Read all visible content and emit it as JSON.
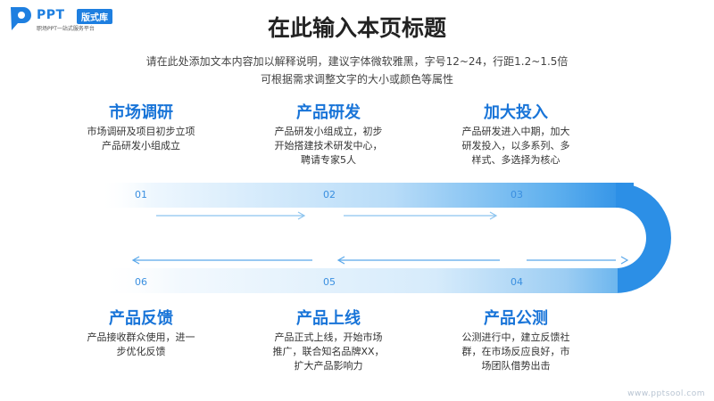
{
  "logo": {
    "text": "PPT",
    "badge": "版式库",
    "sub": "职场PPT一站式服务平台"
  },
  "title": "在此输入本页标题",
  "subtitle": [
    "请在此处添加文本内容加以解释说明，建议字体微软雅黑，字号12~24，行距1.2~1.5倍",
    "可根据需求调整文字的大小或颜色等属性"
  ],
  "stages": [
    {
      "num": "01",
      "title": "市场调研",
      "desc": [
        "市场调研及项目初步立项",
        "产品研发小组成立"
      ]
    },
    {
      "num": "02",
      "title": "产品研发",
      "desc": [
        "产品研发小组成立，初步",
        "开始搭建技术研发中心，",
        "聘请专家5人"
      ]
    },
    {
      "num": "03",
      "title": "加大投入",
      "desc": [
        "产品研发进入中期，加大",
        "研发投入，以多系列、多",
        "样式、多选择为核心"
      ]
    },
    {
      "num": "04",
      "title": "产品公测",
      "desc": [
        "公测进行中，建立反馈社",
        "群，在市场反应良好，市",
        "场团队借势出击"
      ]
    },
    {
      "num": "05",
      "title": "产品上线",
      "desc": [
        "产品正式上线，开始市场",
        "推广，联合知名品牌XX，",
        "扩大产品影响力"
      ]
    },
    {
      "num": "06",
      "title": "产品反馈",
      "desc": [
        "产品接收群众使用，进一",
        "步优化反馈"
      ]
    }
  ],
  "colors": {
    "accent": "#1874d8",
    "band_light": "#e6f3fd",
    "band_dark": "#2c8fe6"
  },
  "watermark": "www.pptsool.com"
}
